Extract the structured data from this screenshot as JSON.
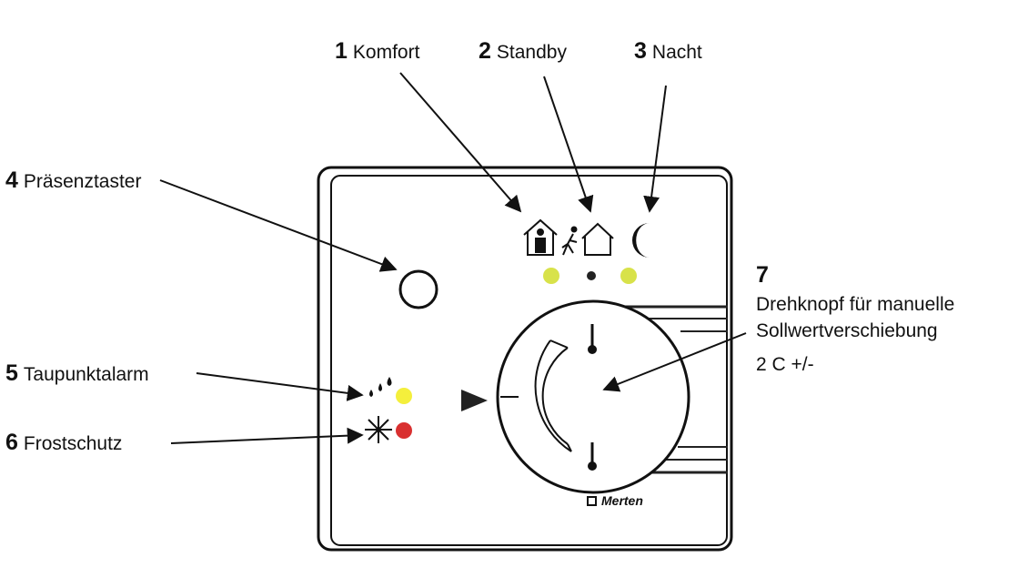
{
  "callouts": [
    {
      "num": "1",
      "text": "Komfort"
    },
    {
      "num": "2",
      "text": "Standby"
    },
    {
      "num": "3",
      "text": "Nacht"
    },
    {
      "num": "4",
      "text": "Präsenztaster"
    },
    {
      "num": "5",
      "text": "Taupunktalarm"
    },
    {
      "num": "6",
      "text": "Frostschutz"
    }
  ],
  "knob": {
    "num": "7",
    "line1": "Drehknopf für manuelle",
    "line2": "Sollwertverschiebung",
    "line3": "2 C +/-"
  },
  "brand": "Merten",
  "icons": [
    "komfort-house-person-icon",
    "standby-running-person-house-icon",
    "night-moon-icon",
    "dewpoint-drops-icon",
    "frost-snowflake-icon"
  ],
  "colors": {
    "led_yellow_green": "#d8e24a",
    "led_yellow": "#f4ef3c",
    "led_red": "#d93030",
    "led_off": "#222222"
  }
}
